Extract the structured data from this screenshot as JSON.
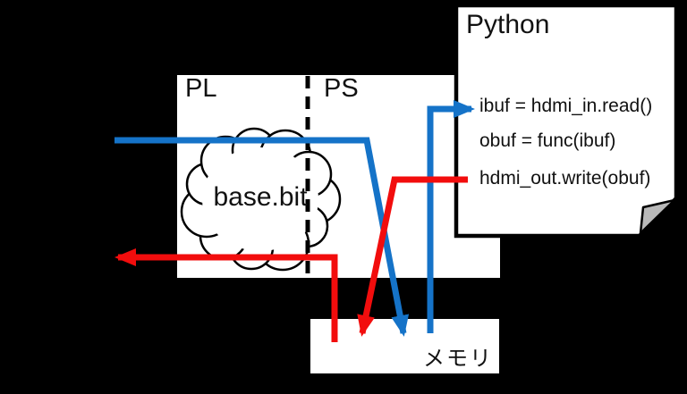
{
  "diagram": {
    "pl_label": "PL",
    "ps_label": "PS",
    "cloud_label": "base.bit",
    "memory_label": "メモリ",
    "python_panel": {
      "title": "Python",
      "code_lines": [
        "ibuf = hdmi_in.read()",
        "obuf = func(ibuf)",
        "hdmi_out.write(obuf)"
      ]
    },
    "flows": [
      {
        "name": "hdmi-in-to-memory",
        "color": "#1573c8"
      },
      {
        "name": "memory-to-python-read",
        "color": "#1573c8"
      },
      {
        "name": "python-write-to-memory",
        "color": "#f20d0d"
      },
      {
        "name": "memory-to-hdmi-out",
        "color": "#f20d0d"
      }
    ],
    "colors": {
      "background": "#000000",
      "panel_fill": "#ffffff",
      "blue": "#1573c8",
      "red": "#f20d0d",
      "fold_gray": "#b9b9b9",
      "ink": "#111111"
    }
  }
}
